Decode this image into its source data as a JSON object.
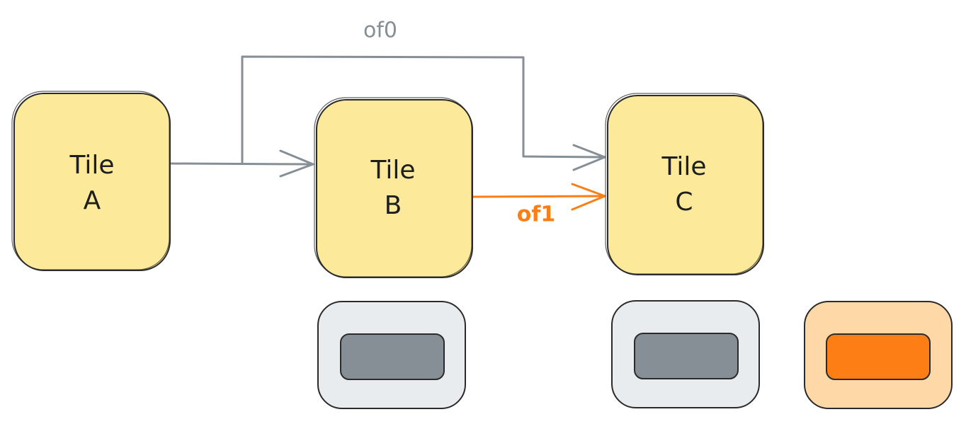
{
  "diagram": {
    "tiles": [
      {
        "id": "tile-a",
        "line1": "Tile",
        "line2": "A"
      },
      {
        "id": "tile-b",
        "line1": "Tile",
        "line2": "B"
      },
      {
        "id": "tile-c",
        "line1": "Tile",
        "line2": "C"
      }
    ],
    "connections": [
      {
        "id": "of0",
        "label": "of0",
        "from": "tile-a",
        "to": [
          "tile-b",
          "tile-c"
        ],
        "color": "#868e96"
      },
      {
        "id": "of1",
        "label": "of1",
        "from": "tile-b",
        "to": [
          "tile-c"
        ],
        "color": "#fd7e14"
      }
    ],
    "buffers": [
      {
        "id": "buffer-b",
        "under": "tile-b",
        "color": "#868e96",
        "fill": "#e9ecef"
      },
      {
        "id": "buffer-c-gray",
        "under": "tile-c",
        "color": "#868e96",
        "fill": "#e9ecef"
      },
      {
        "id": "buffer-c-orange",
        "under": "tile-c",
        "color": "#fd7e14",
        "fill": "#ffd8a8"
      }
    ],
    "colors": {
      "tile_fill": "#fce99a",
      "outline": "#2b2b2b",
      "gray": "#868e96",
      "orange": "#fd7e14"
    }
  }
}
